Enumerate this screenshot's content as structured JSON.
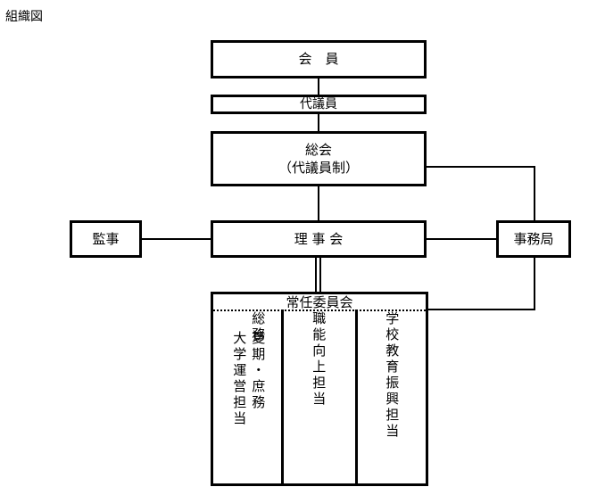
{
  "title": "組織図",
  "nodes": {
    "members": "会　員",
    "delegates": "代議員",
    "general_assembly_line1": "総会",
    "general_assembly_line2": "（代議員制）",
    "board": "理 事 会",
    "auditor": "監事",
    "secretariat": "事務局",
    "standing_committee": "常任委員会"
  },
  "columns": {
    "col1": "総務",
    "col1b": "夏期・庶務",
    "col1c": "大学運営担当",
    "col2": "職能向上担当",
    "col3": "学校教育振興担当"
  }
}
